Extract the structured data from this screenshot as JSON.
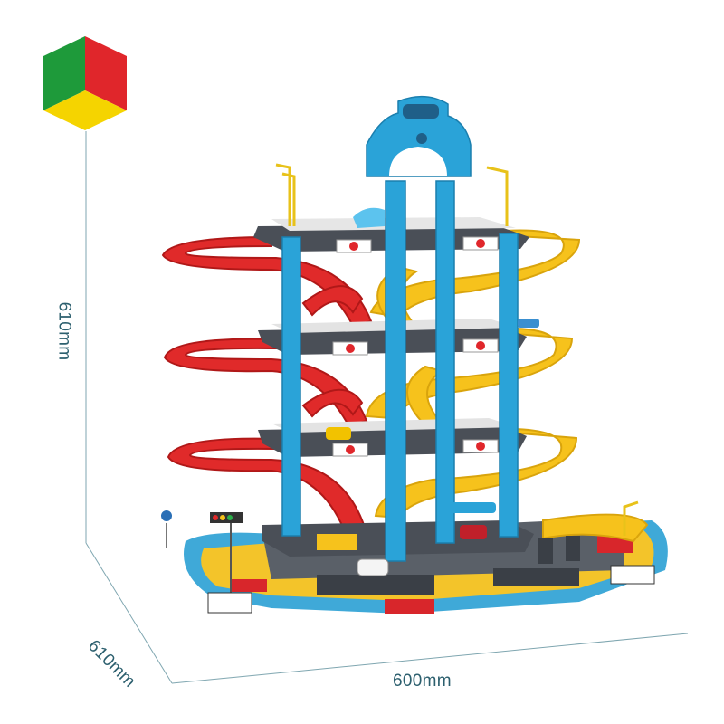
{
  "image": {
    "subject": "multi-level toy parking garage with ramps",
    "brand_logo": {
      "name": "cube-logo",
      "colors": [
        "#1e9a3a",
        "#e0262b",
        "#f5d400"
      ]
    }
  },
  "dimensions": {
    "height_label": "610mm",
    "depth_label": "610mm",
    "width_label": "600mm"
  },
  "colors": {
    "dimension_line": "#7fa6b0",
    "dimension_text": "#2c5f6e",
    "pillar_blue": "#2aa3d8",
    "ramp_red": "#e02a2a",
    "ramp_yellow": "#f6c21c",
    "floor_gray": "#4a4f57"
  }
}
